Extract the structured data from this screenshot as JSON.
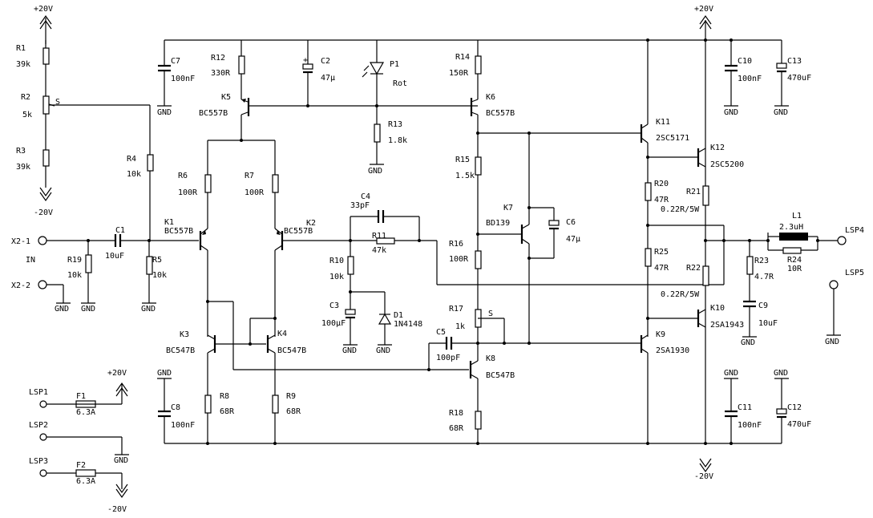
{
  "supply": {
    "pos": "+20V",
    "neg": "-20V",
    "gnd": "GND"
  },
  "ports": {
    "x2_1": "X2-1",
    "x2_2": "X2-2",
    "in": "IN",
    "lsp1": "LSP1",
    "lsp2": "LSP2",
    "lsp3": "LSP3",
    "lsp4": "LSP4",
    "lsp5": "LSP5"
  },
  "res": {
    "r1": {
      "ref": "R1",
      "val": "39k"
    },
    "r2": {
      "ref": "R2",
      "val": "5k",
      "pin": "S"
    },
    "r3": {
      "ref": "R3",
      "val": "39k"
    },
    "r4": {
      "ref": "R4",
      "val": "10k"
    },
    "r5": {
      "ref": "R5",
      "val": "10k"
    },
    "r6": {
      "ref": "R6",
      "val": "100R"
    },
    "r7": {
      "ref": "R7",
      "val": "100R"
    },
    "r8": {
      "ref": "R8",
      "val": "68R"
    },
    "r9": {
      "ref": "R9",
      "val": "68R"
    },
    "r10": {
      "ref": "R10",
      "val": "10k"
    },
    "r11": {
      "ref": "R11",
      "val": "47k"
    },
    "r12": {
      "ref": "R12",
      "val": "330R"
    },
    "r13": {
      "ref": "R13",
      "val": "1.8k"
    },
    "r14": {
      "ref": "R14",
      "val": "150R"
    },
    "r15": {
      "ref": "R15",
      "val": "1.5k"
    },
    "r16": {
      "ref": "R16",
      "val": "100R"
    },
    "r17": {
      "ref": "R17",
      "val": "1k",
      "pin": "S"
    },
    "r18": {
      "ref": "R18",
      "val": "68R"
    },
    "r19": {
      "ref": "R19",
      "val": "10k"
    },
    "r20": {
      "ref": "R20",
      "val": "47R"
    },
    "r21": {
      "ref": "R21",
      "val": "0.22R/5W"
    },
    "r22": {
      "ref": "R22",
      "val": "0.22R/5W"
    },
    "r23": {
      "ref": "R23",
      "val": "4.7R"
    },
    "r24": {
      "ref": "R24",
      "val": "10R"
    },
    "r25": {
      "ref": "R25",
      "val": "47R"
    }
  },
  "caps": {
    "c1": {
      "ref": "C1",
      "val": "10uF"
    },
    "c2": {
      "ref": "C2",
      "val": "47µ"
    },
    "c3": {
      "ref": "C3",
      "val": "100µF"
    },
    "c4": {
      "ref": "C4",
      "val": "33pF"
    },
    "c5": {
      "ref": "C5",
      "val": "100pF"
    },
    "c6": {
      "ref": "C6",
      "val": "47µ"
    },
    "c7": {
      "ref": "C7",
      "val": "100nF"
    },
    "c8": {
      "ref": "C8",
      "val": "100nF"
    },
    "c9": {
      "ref": "C9",
      "val": "10uF"
    },
    "c10": {
      "ref": "C10",
      "val": "100nF"
    },
    "c11": {
      "ref": "C11",
      "val": "100nF"
    },
    "c12": {
      "ref": "C12",
      "val": "470uF"
    },
    "c13": {
      "ref": "C13",
      "val": "470uF"
    }
  },
  "trans": {
    "k1": {
      "ref": "K1",
      "type": "BC557B"
    },
    "k2": {
      "ref": "K2",
      "type": "BC557B"
    },
    "k3": {
      "ref": "K3",
      "type": "BC547B"
    },
    "k4": {
      "ref": "K4",
      "type": "BC547B"
    },
    "k5": {
      "ref": "K5",
      "type": "BC557B"
    },
    "k6": {
      "ref": "K6",
      "type": "BC557B"
    },
    "k7": {
      "ref": "K7",
      "type": "BD139"
    },
    "k8": {
      "ref": "K8",
      "type": "BC547B"
    },
    "k9": {
      "ref": "K9",
      "type": "2SA1930"
    },
    "k10": {
      "ref": "K10",
      "type": "2SA1943"
    },
    "k11": {
      "ref": "K11",
      "type": "2SC5171"
    },
    "k12": {
      "ref": "K12",
      "type": "2SC5200"
    }
  },
  "misc": {
    "p1": {
      "ref": "P1",
      "val": "Rot"
    },
    "d1": {
      "ref": "D1",
      "val": "1N4148"
    },
    "l1": {
      "ref": "L1",
      "val": "2.3uH"
    },
    "f1": {
      "ref": "F1",
      "val": "6.3A"
    },
    "f2": {
      "ref": "F2",
      "val": "6.3A"
    }
  }
}
